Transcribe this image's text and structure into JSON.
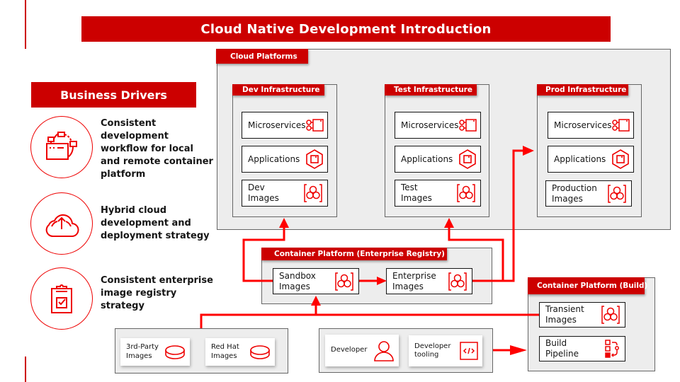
{
  "title": "Cloud Native Development Introduction",
  "business_drivers": {
    "heading": "Business Drivers",
    "items": [
      {
        "icon": "workflow-icon",
        "text": "Consistent development workflow for local and remote container platform"
      },
      {
        "icon": "cloud-upload-icon",
        "text": "Hybrid cloud development and deployment strategy"
      },
      {
        "icon": "clipboard-check-icon",
        "text": "Consistent enterprise image registry strategy"
      }
    ]
  },
  "cloud_platforms": {
    "label": "Cloud Platforms",
    "environments": [
      {
        "label": "Dev Infrastructure",
        "microservices": "Microservices",
        "applications": "Applications",
        "images_line1": "Dev",
        "images_line2": "Images"
      },
      {
        "label": "Test Infrastructure",
        "microservices": "Microservices",
        "applications": "Applications",
        "images_line1": "Test",
        "images_line2": "Images"
      },
      {
        "label": "Prod Infrastructure",
        "microservices": "Microservices",
        "applications": "Applications",
        "images_line1": "Production",
        "images_line2": "Images"
      }
    ]
  },
  "enterprise_registry": {
    "label": "Container Platform (Enterprise Registry)",
    "sandbox_line1": "Sandbox",
    "sandbox_line2": "Images",
    "enterprise_line1": "Enterprise",
    "enterprise_line2": "Images"
  },
  "build_platform": {
    "label": "Container Platform (Build)",
    "transient_line1": "Transient",
    "transient_line2": "Images",
    "pipeline_line1": "Build",
    "pipeline_line2": "Pipeline"
  },
  "sources": {
    "third_party_line1": "3rd-Party",
    "third_party_line2": "Images",
    "redhat_line1": "Red Hat",
    "redhat_line2": "Images"
  },
  "developer": {
    "developer": "Developer",
    "tooling_line1": "Developer",
    "tooling_line2": "tooling"
  },
  "colors": {
    "accent": "#cc0000",
    "arrow": "#ff0000",
    "panel": "#ededed",
    "border": "#666666"
  }
}
